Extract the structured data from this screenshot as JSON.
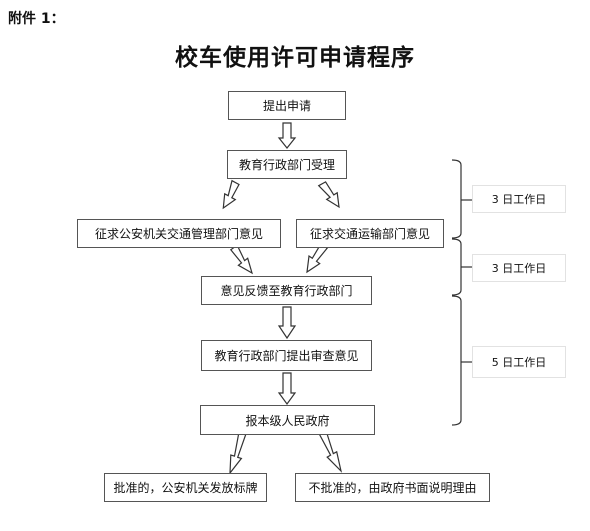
{
  "attachment_label": "附件 1：",
  "title": "校车使用许可申请程序",
  "nodes": {
    "submit": "提出申请",
    "accept": "教育行政部门受理",
    "police": "征求公安机关交通管理部门意见",
    "transport": "征求交通运输部门意见",
    "feedback": "意见反馈至教育行政部门",
    "review": "教育行政部门提出审查意见",
    "report": "报本级人民政府",
    "approved": "批准的，公安机关发放标牌",
    "rejected": "不批准的，由政府书面说明理由"
  },
  "durations": [
    "3 日工作日",
    "3 日工作日",
    "5 日工作日"
  ]
}
